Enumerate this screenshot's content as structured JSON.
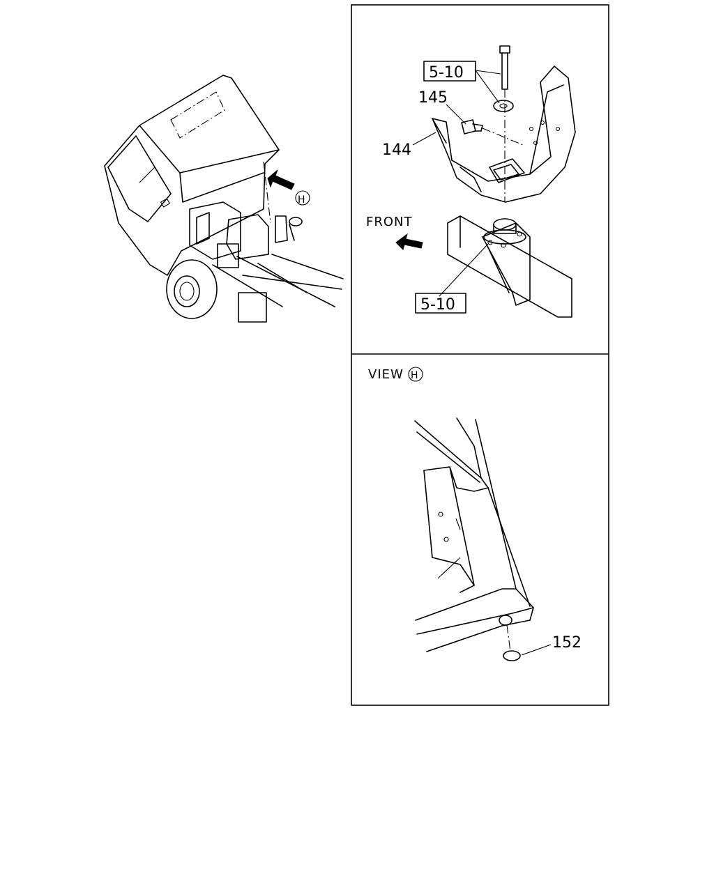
{
  "callouts": {
    "ref_upper": "5-10",
    "part_145": "145",
    "part_144": "144",
    "front_label": "FRONT",
    "ref_lower": "5-10",
    "view_word": "VIEW",
    "view_letter": "H",
    "part_152": "152",
    "view_marker": "H"
  },
  "icons": [
    "front-arrow-icon",
    "view-direction-arrow-icon"
  ]
}
